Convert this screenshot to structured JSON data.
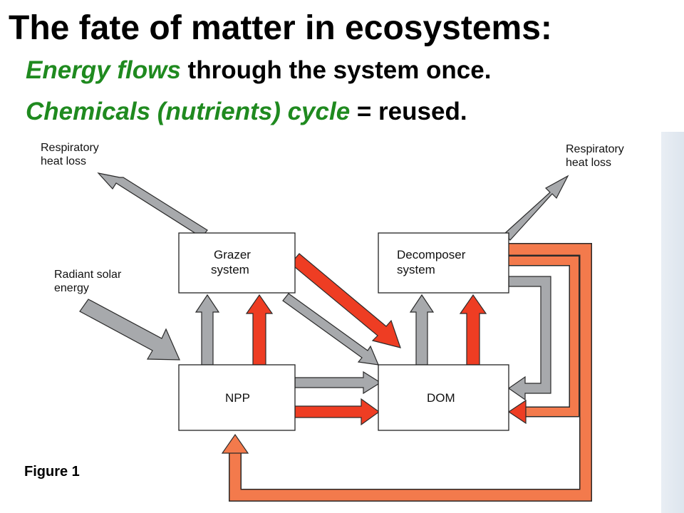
{
  "header": {
    "title": "The fate of matter in ecosystems:",
    "line1": {
      "highlight": "Energy flows",
      "rest": " through the system once."
    },
    "line2": {
      "highlight": "Chemicals (nutrients) cycle",
      "rest": " = reused."
    }
  },
  "diagram": {
    "boxes": {
      "grazer": [
        "Grazer",
        "system"
      ],
      "decomposer": [
        "Decomposer",
        "system"
      ],
      "npp": "NPP",
      "dom": "DOM"
    },
    "labels": {
      "resp_left": [
        "Respiratory",
        "heat loss"
      ],
      "resp_right": [
        "Respiratory",
        "heat loss"
      ],
      "solar": [
        "Radiant solar",
        "energy"
      ]
    },
    "figure": "Figure 1"
  },
  "colors": {
    "energy_flow": "#a7a9ac",
    "nutrient_flow": "#ee3d23",
    "nutrient_loop": "#f37a4c",
    "highlight_text": "#1f8a1f"
  }
}
